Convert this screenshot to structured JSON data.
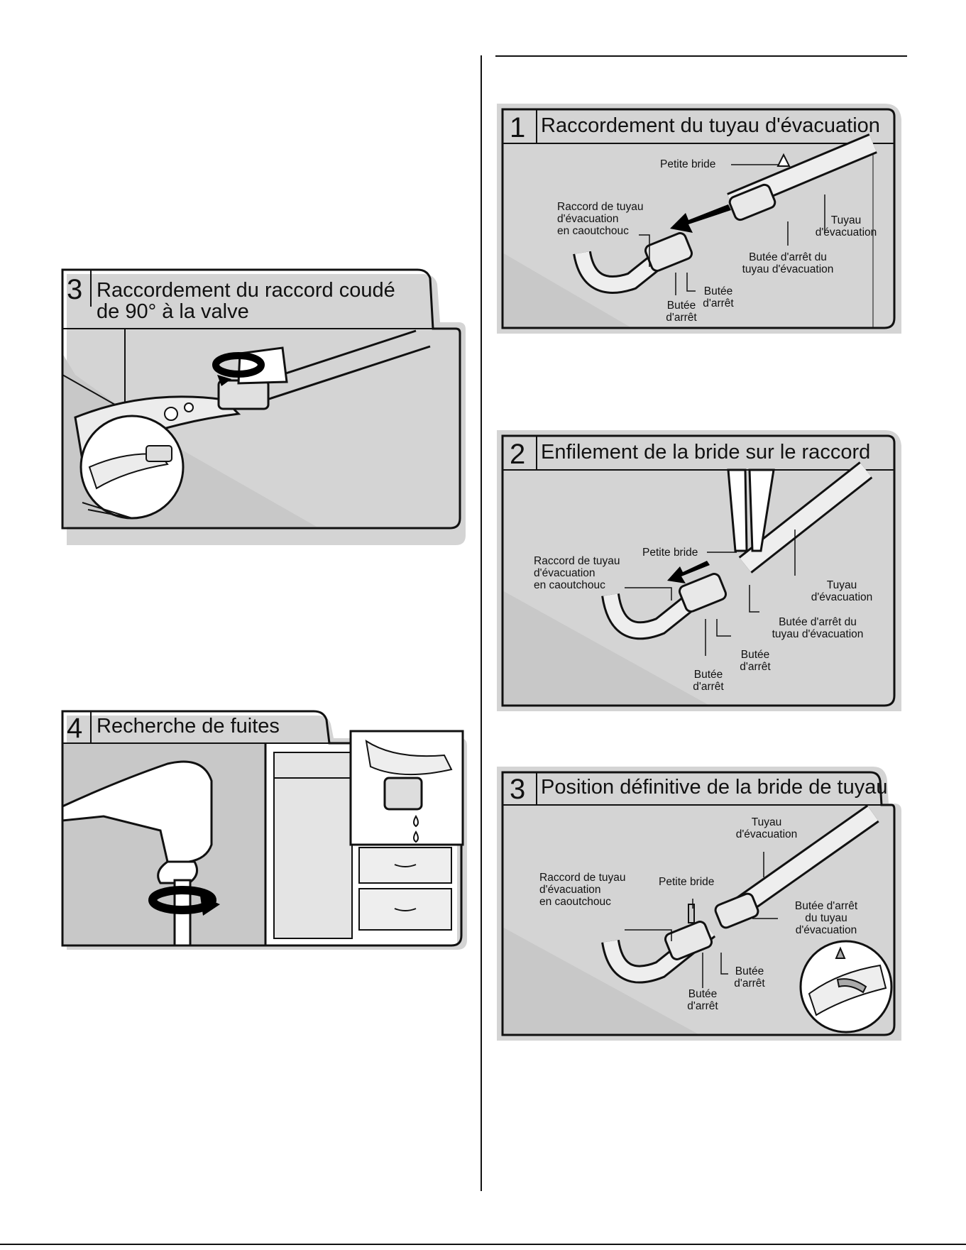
{
  "left": {
    "panel3": {
      "number": "3",
      "title_line1": "Raccordement du raccord coudé",
      "title_line2": "de 90° à la valve"
    },
    "panel4": {
      "number": "4",
      "title": "Recherche de fuites"
    }
  },
  "right": {
    "panel1": {
      "number": "1",
      "title": "Raccordement du tuyau d'évacuation",
      "labels": {
        "petite_bride": "Petite bride",
        "raccord_l1": "Raccord de tuyau",
        "raccord_l2": "d'évacuation",
        "raccord_l3": "en caoutchouc",
        "tuyau_l1": "Tuyau",
        "tuyau_l2": "d'évacuation",
        "butee_tuyau_l1": "Butée d'arrêt du",
        "butee_tuyau_l2": "tuyau d'évacuation",
        "butee_a_l1": "Butée",
        "butee_a_l2": "d'arrêt",
        "butee_b_l1": "Butée",
        "butee_b_l2": "d'arrêt"
      }
    },
    "panel2": {
      "number": "2",
      "title": "Enfilement de la bride sur le raccord",
      "labels": {
        "petite_bride": "Petite bride",
        "raccord_l1": "Raccord de tuyau",
        "raccord_l2": "d'évacuation",
        "raccord_l3": "en caoutchouc",
        "tuyau_l1": "Tuyau",
        "tuyau_l2": "d'évacuation",
        "butee_tuyau_l1": "Butée d'arrêt du",
        "butee_tuyau_l2": "tuyau d'évacuation",
        "butee_a_l1": "Butée",
        "butee_a_l2": "d'arrêt",
        "butee_b_l1": "Butée",
        "butee_b_l2": "d'arrêt"
      }
    },
    "panel3": {
      "number": "3",
      "title": "Position définitive de la bride de tuyau",
      "labels": {
        "tuyau_l1": "Tuyau",
        "tuyau_l2": "d'évacuation",
        "raccord_l1": "Raccord de tuyau",
        "raccord_l2": "d'évacuation",
        "raccord_l3": "en caoutchouc",
        "petite_bride": "Petite bride",
        "butee_tuyau_l1": "Butée d'arrêt",
        "butee_tuyau_l2": "du tuyau",
        "butee_tuyau_l3": "d'évacuation",
        "butee_a_l1": "Butée",
        "butee_a_l2": "d'arrêt",
        "butee_b_l1": "Butée",
        "butee_b_l2": "d'arrêt"
      }
    }
  },
  "colors": {
    "ink": "#111111",
    "panel_shadow": "#d4d4d4",
    "floor_gray": "#c8c8c8",
    "arrow": "#000000"
  }
}
